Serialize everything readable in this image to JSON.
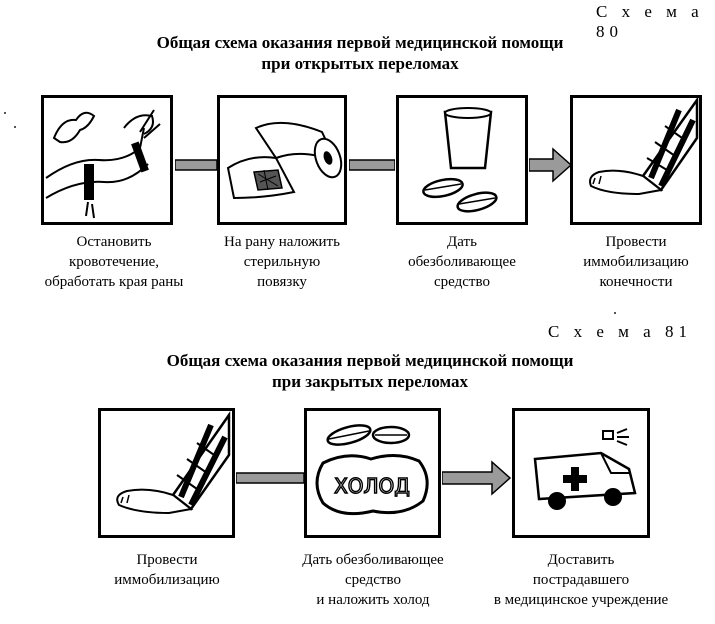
{
  "scheme80": {
    "number": "С х е м а  80",
    "title_line1": "Общая схема оказания первой медицинской помощи",
    "title_line2": "при открытых переломах",
    "steps": [
      {
        "icon": "bleeding-arm-icon",
        "lines": [
          "Остановить",
          "кровотечение,",
          "обработать края раны"
        ]
      },
      {
        "icon": "bandage-roll-icon",
        "lines": [
          "На рану наложить",
          "стерильную",
          "повязку"
        ]
      },
      {
        "icon": "cup-and-pills-icon",
        "lines": [
          "Дать",
          "обезболивающее",
          "средство"
        ]
      },
      {
        "icon": "splinted-leg-icon",
        "lines": [
          "Провести",
          "иммобилизацию",
          "конечности"
        ]
      }
    ]
  },
  "scheme81": {
    "number": "С х е м а  81",
    "title_line1": "Общая схема оказания  первой медицинской помощи",
    "title_line2": "при закрытых переломах",
    "steps": [
      {
        "icon": "splinted-leg-icon",
        "lines": [
          "Провести",
          "иммобилизацию"
        ]
      },
      {
        "icon": "pills-and-cold-icon",
        "label_in_icon": "ХОЛОД",
        "lines": [
          "Дать обезболивающее",
          "средство",
          "и наложить холод"
        ]
      },
      {
        "icon": "ambulance-icon",
        "lines": [
          "Доставить",
          "пострадавшего",
          "в медицинское учреждение"
        ]
      }
    ]
  }
}
